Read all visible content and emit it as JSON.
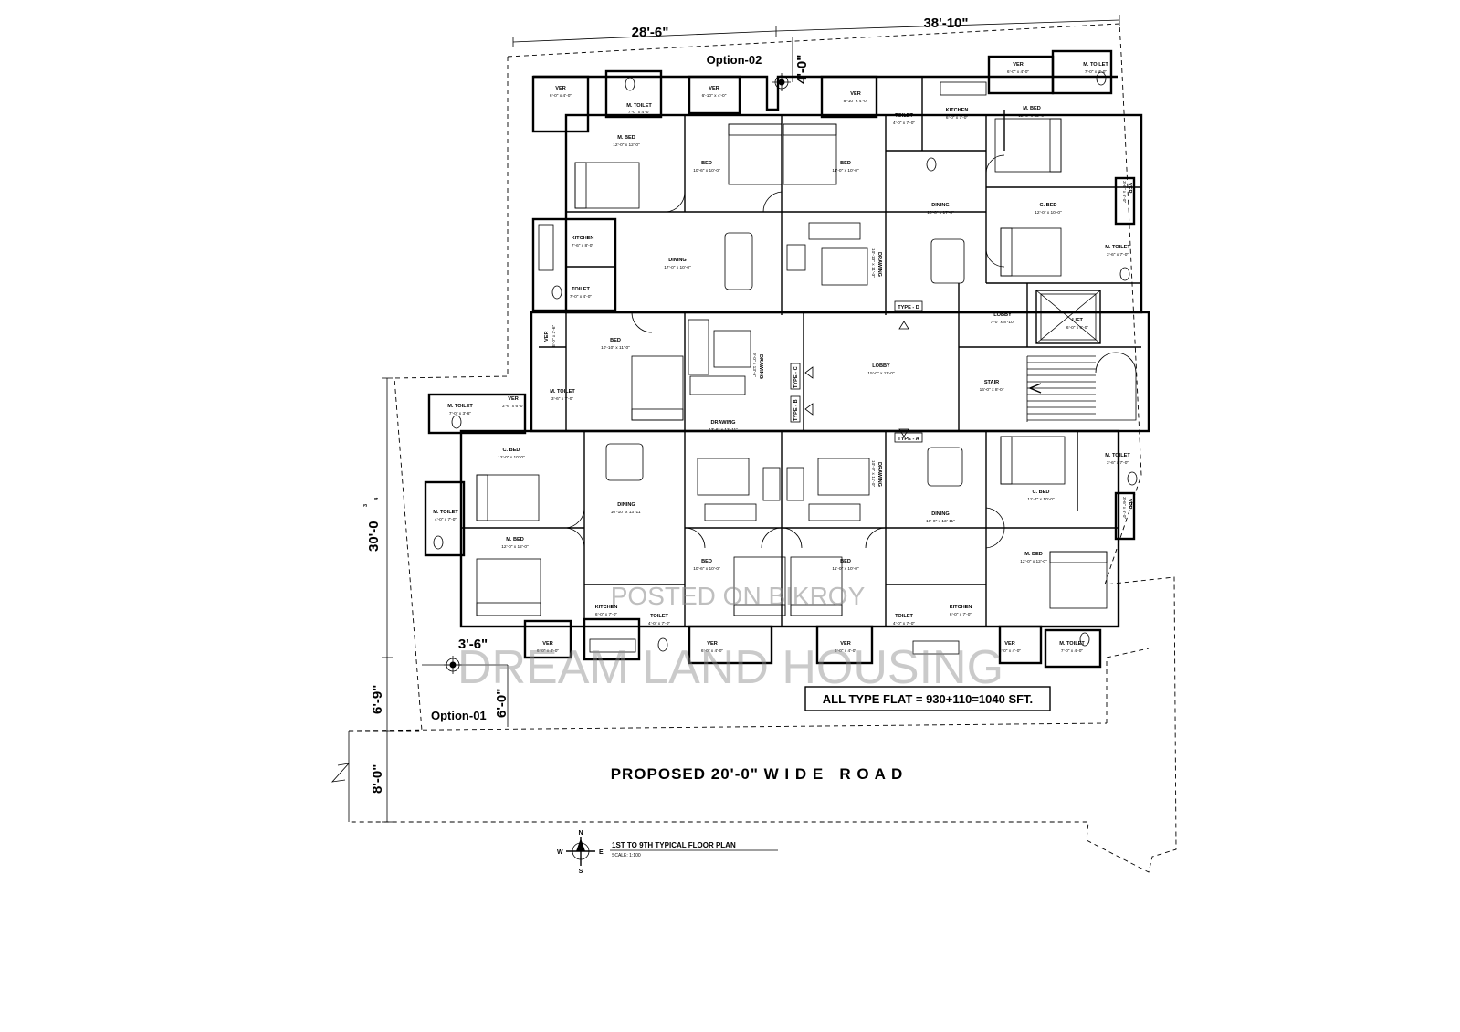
{
  "dimensions": {
    "top_left": "28'-6\"",
    "top_right": "38'-10\"",
    "top_offset": "4'-0\"",
    "left_height": "30'-0",
    "left_height_sup": "3",
    "left_height_sub": "4",
    "option01_horizontal": "3'-6\"",
    "left_lower": "6'-9\"",
    "option01_vertical": "6'-0\"",
    "road_width": "8'-0\""
  },
  "labels": {
    "option_02": "Option-02",
    "option_01": "Option-01",
    "road": "PROPOSED 20'-0\" W I D E   R O A D",
    "area_note": "ALL TYPE FLAT = 930+110=1040 SFT.",
    "plan_title": "1ST TO 9TH TYPICAL FLOOR PLAN",
    "plan_scale": "SCALE: 1:100",
    "watermark_main": "DREAM LAND HOUSING",
    "watermark_sub": "POSTED ON BIKROY"
  },
  "compass": {
    "n": "N",
    "s": "S",
    "e": "E",
    "w": "W"
  },
  "types": {
    "type_d": "TYPE - D",
    "type_c": "TYPE - C",
    "type_b": "TYPE - B",
    "type_a": "TYPE - A"
  },
  "rooms": {
    "nw_ver1": {
      "name": "VER",
      "size": "6'-0\" x 4'-0\""
    },
    "nw_mtoilet": {
      "name": "M. TOILET",
      "size": "7'-0\" x 4'-0\""
    },
    "nw_ver2": {
      "name": "VER",
      "size": "6'-10\" x 4'-0\""
    },
    "nw_mbed": {
      "name": "M. BED",
      "size": "12'-0\" x 12'-0\""
    },
    "nw_bed": {
      "name": "BED",
      "size": "10'-6\" x 10'-0\""
    },
    "nw_kitchen": {
      "name": "KITCHEN",
      "size": "7'-6\" x 8'-0\""
    },
    "nw_toilet": {
      "name": "TOILET",
      "size": "7'-0\" x 4'-0\""
    },
    "nw_dining": {
      "name": "DINING",
      "size": "17'-0\" x 10'-0\""
    },
    "nw_ver3": {
      "name": "VER",
      "size": "6'-0\" x 3'-6\""
    },
    "nw_bed2": {
      "name": "BED",
      "size": "10'-10\" x 11'-0\""
    },
    "nw_drawing": {
      "name": "DRAWING",
      "size": "9'-0\" x 13'-6\""
    },
    "nw_mtoilet2": {
      "name": "M. TOILET",
      "size": "3'-6\" x 7'-0\""
    },
    "ne_ver1": {
      "name": "VER",
      "size": "8'-10\" x 4'-0\""
    },
    "ne_bed": {
      "name": "BED",
      "size": "11'-0\" x 10'-0\""
    },
    "ne_toilet": {
      "name": "TOILET",
      "size": "4'-0\" x 7'-0\""
    },
    "ne_kitchen": {
      "name": "KITCHEN",
      "size": "6'-0\" x 7'-0\""
    },
    "ne_ver2": {
      "name": "VER",
      "size": "6'-0\" x 4'-0\""
    },
    "ne_mtoilet": {
      "name": "M. TOILET",
      "size": "7'-0\" x 4'-0\""
    },
    "ne_mbed": {
      "name": "M. BED",
      "size": "12'-0\" x 12'-0\""
    },
    "ne_dining": {
      "name": "DINING",
      "size": "10'-0\" x 17'-0\""
    },
    "ne_drawing": {
      "name": "DRAWING",
      "size": "10'-10\" x 11'-0\""
    },
    "ne_cbed": {
      "name": "C. BED",
      "size": "12'-0\" x 10'-0\""
    },
    "ne_mtoilet2": {
      "name": "M. TOILET",
      "size": "3'-6\" x 7'-0\""
    },
    "ne_ver3": {
      "name": "VER",
      "size": "3'-6\" x 6'-0\""
    },
    "lobby_small": {
      "name": "LOBBY",
      "size": "7'-0\" x 8'-10\""
    },
    "lift": {
      "name": "LIFT",
      "size": "6'-0\" x 6'-0\""
    },
    "lobby": {
      "name": "LOBBY",
      "size": "15'-0\" x 11'-0\""
    },
    "stair": {
      "name": "STAIR",
      "size": "16'-0\" x 8'-0\""
    },
    "sw_mtoilet": {
      "name": "M. TOILET",
      "size": "7'-0\" x 3'-6\""
    },
    "sw_ver1": {
      "name": "VER",
      "size": "3'-6\" x 6'-0\""
    },
    "sw_cbed": {
      "name": "C. BED",
      "size": "12'-0\" x 10'-0\""
    },
    "sw_mtoilet2": {
      "name": "M. TOILET",
      "size": "4'-0\" x 7'-0\""
    },
    "sw_mbed": {
      "name": "M. BED",
      "size": "12'-0\" x 12'-0\""
    },
    "sw_dining": {
      "name": "DINING",
      "size": "10'-10\" x 13'-11\""
    },
    "sw_drawing": {
      "name": "DRAWING",
      "size": "13'-6\" x 13'-11\""
    },
    "sw_bed": {
      "name": "BED",
      "size": "10'-6\" x 10'-0\""
    },
    "sw_kitchen": {
      "name": "KITCHEN",
      "size": "6'-0\" x 7'-0\""
    },
    "sw_toilet": {
      "name": "TOILET",
      "size": "4'-0\" x 7'-0\""
    },
    "sw_ver2": {
      "name": "VER",
      "size": "6'-0\" x 4'-0\""
    },
    "sw_ver3": {
      "name": "VER",
      "size": "6'-0\" x 4'-0\""
    },
    "se_bed": {
      "name": "BED",
      "size": "11'-0\" x 10'-0\""
    },
    "se_toilet": {
      "name": "TOILET",
      "size": "4'-0\" x 7'-0\""
    },
    "se_kitchen": {
      "name": "KITCHEN",
      "size": "6'-0\" x 7'-0\""
    },
    "se_ver1": {
      "name": "VER",
      "size": "6'-0\" x 4'-0\""
    },
    "se_ver2": {
      "name": "VER",
      "size": "6'-0\" x 4'-0\""
    },
    "se_mtoilet": {
      "name": "M. TOILET",
      "size": "7'-0\" x 4'-0\""
    },
    "se_mbed": {
      "name": "M. BED",
      "size": "12'-0\" x 12'-0\""
    },
    "se_dining": {
      "name": "DINING",
      "size": "10'-0\" x 13'-11\""
    },
    "se_drawing": {
      "name": "DRAWING",
      "size": "10'-0\" x 11'-0\""
    },
    "se_cbed": {
      "name": "C. BED",
      "size": "11'-7\" x 10'-0\""
    },
    "se_mtoilet2": {
      "name": "M. TOILET",
      "size": "3'-6\" x 7'-0\""
    },
    "se_ver3": {
      "name": "VER",
      "size": "3'-6\" x 6'-0\""
    }
  }
}
